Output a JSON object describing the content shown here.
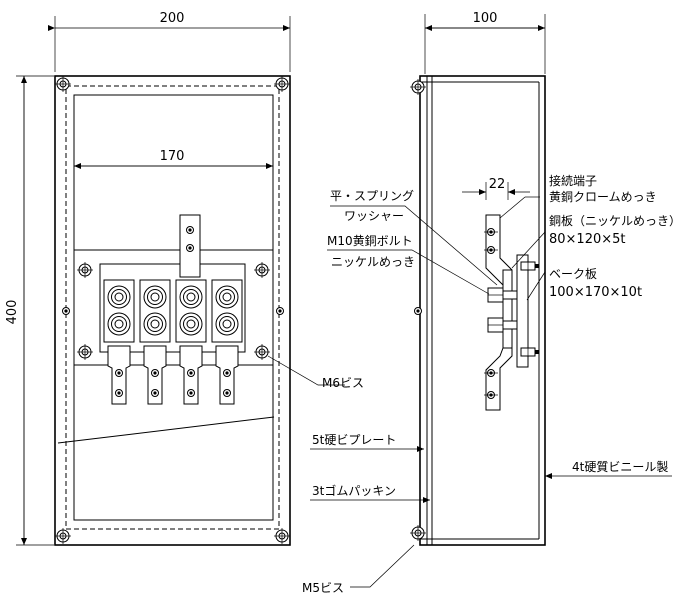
{
  "dimensions": {
    "width_front": "200",
    "height": "400",
    "inner_width": "170",
    "depth": "100",
    "terminal_gap": "22"
  },
  "labels": {
    "washer_line1": "平・スプリング",
    "washer_line2": "ワッシャー",
    "bolt_line1": "M10黄銅ボルト",
    "bolt_line2": "ニッケルめっき",
    "terminal_line1": "接続端子",
    "terminal_line2": "黄銅クロームめっき",
    "copper_plate_line1": "銅板（ニッケルめっき）",
    "copper_plate_line2": "80×120×5t",
    "base_plate_line1": "ベーク板",
    "base_plate_line2": "100×170×10t",
    "m6_screw": "M6ビス",
    "hard_plate": "5t硬ビプレート",
    "rubber_packing": "3tゴムパッキン",
    "vinyl_case": "4t硬質ビニール製",
    "m5_screw": "M5ビス"
  }
}
